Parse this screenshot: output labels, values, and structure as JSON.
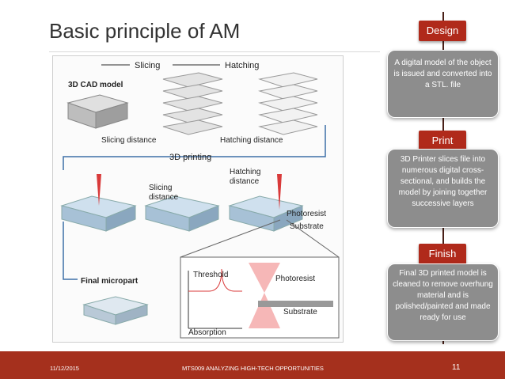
{
  "slide": {
    "title": "Basic principle of AM"
  },
  "figure": {
    "cad_label": "3D CAD model",
    "slicing": "Slicing",
    "hatching": "Hatching",
    "slicing_distance": "Slicing distance",
    "hatching_distance": "Hatching distance",
    "printing": "3D printing",
    "slicing_distance_2a": "Slicing",
    "slicing_distance_2b": "distance",
    "hatching_distance_2a": "Hatching",
    "hatching_distance_2b": "distance",
    "photoresist": "Photoresist",
    "substrate": "Substrate",
    "final": "Final micropart",
    "threshold": "Threshold",
    "photoresist_2": "Photoresist",
    "substrate_2": "Substrate",
    "absorption": "Absorption"
  },
  "steps": [
    {
      "header": "Design",
      "text": "A digital model of the object is issued and converted into a STL. file"
    },
    {
      "header": "Print",
      "text": "3D Printer slices file into numerous digital cross-sectional, and builds  the model by joining together successive layers"
    },
    {
      "header": "Finish",
      "text": "Final 3D printed model is cleaned to remove overhung material and is polished/painted and made ready for use"
    }
  ],
  "footer": {
    "date": "11/12/2015",
    "course": "MTS009 ANALYZING HIGH-TECH OPPORTUNITIES",
    "page": "11"
  },
  "colors": {
    "accent": "#b02a1b",
    "footer": "#a5301d",
    "box": "#8d8d8d"
  }
}
